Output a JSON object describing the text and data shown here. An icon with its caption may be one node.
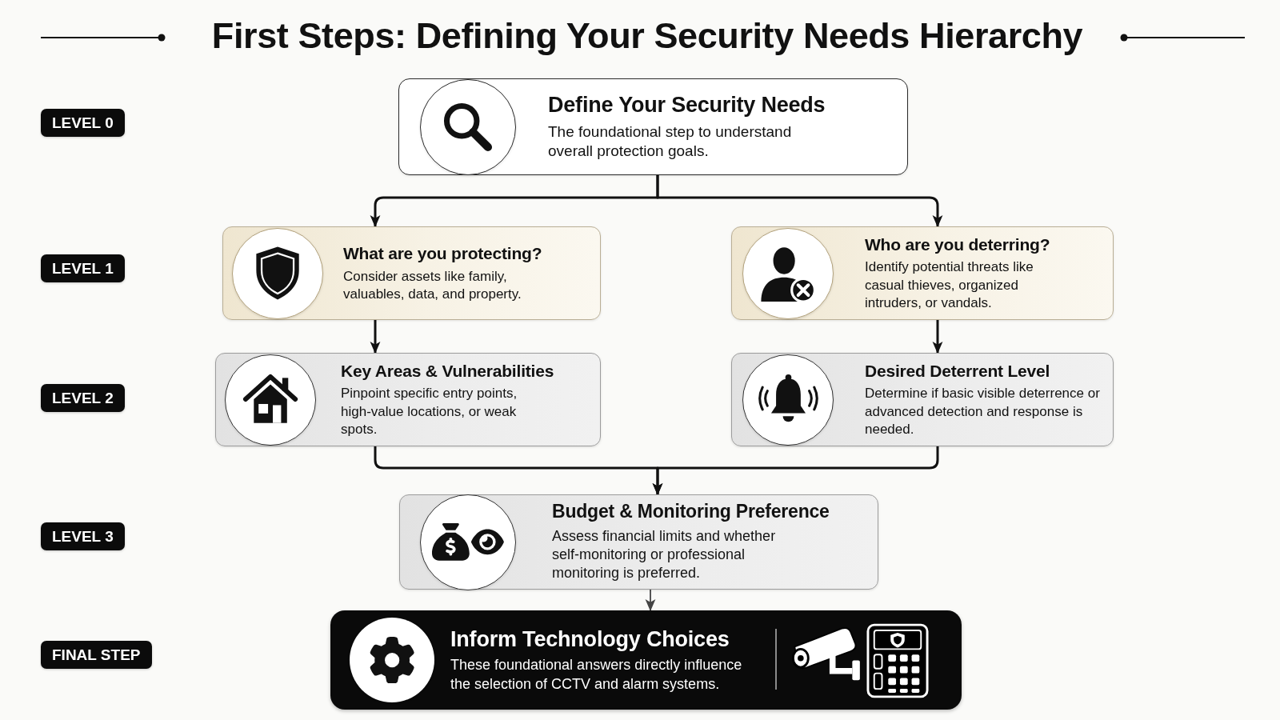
{
  "diagram": {
    "title": "First Steps: Defining Your Security Needs Hierarchy",
    "nodes": [
      {
        "text": [
          "Define Your Security Needs",
          "The foundational step to understand overall protection goals."
        ]
      },
      {
        "text": [
          "What are you protecting?",
          "Consider assets like family, valuables, data, and property."
        ]
      },
      {
        "text": [
          "Who are you deterring?",
          "Identify potential threats like casual thieves, organized intruders, or vandals."
        ]
      },
      {
        "text": [
          "Key Areas & Vulnerabilities",
          "Pinpoint specific entry points, high-value locations, or weak spots."
        ]
      },
      {
        "text": [
          "Desired Deterrent Level",
          "Determine if basic visible deterrence or advanced detection and response is needed."
        ]
      },
      {
        "text": [
          "Budget & Monitoring Preference",
          "Assess financial limits and whether self-monitoring or professional monitoring is preferred."
        ]
      },
      {
        "text": [
          "Inform Technology Choices",
          "These foundational answers directly influence the selection of CCTV and alarm systems."
        ]
      }
    ],
    "edges": [
      {
        "from": 0,
        "to": 1,
        "arrow": "to"
      },
      {
        "from": 0,
        "to": 2,
        "arrow": "to"
      },
      {
        "from": 1,
        "to": 3,
        "arrow": "to"
      },
      {
        "from": 2,
        "to": 4,
        "arrow": "to"
      },
      {
        "from": 3,
        "to": 5,
        "arrow": "to"
      },
      {
        "from": 4,
        "to": 5,
        "arrow": "to"
      },
      {
        "from": 5,
        "to": 6,
        "arrow": "to",
        "color": "#444444"
      }
    ],
    "labels": [
      "LEVEL 0",
      "LEVEL 1",
      "LEVEL 2",
      "LEVEL 3",
      "FINAL STEP"
    ]
  }
}
